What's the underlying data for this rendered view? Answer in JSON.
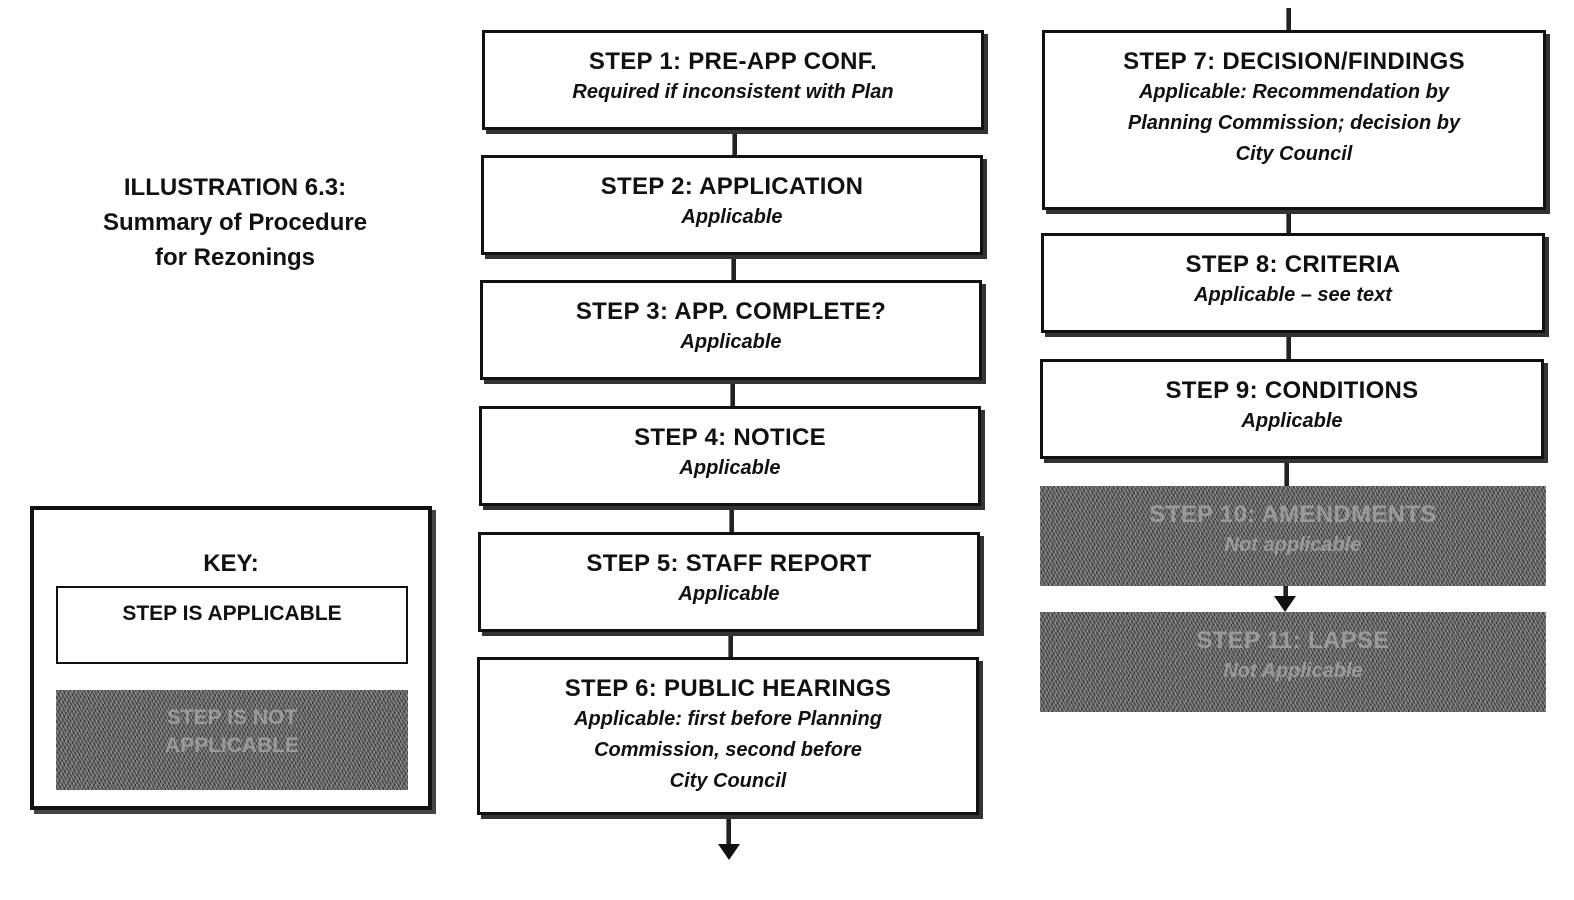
{
  "title": {
    "line1": "ILLUSTRATION 6.3:",
    "line2": "Summary of Procedure",
    "line3": "for Rezonings"
  },
  "key": {
    "title": "KEY:",
    "applicable": "STEP IS APPLICABLE",
    "not_applicable_line1": "STEP IS NOT",
    "not_applicable_line2": "APPLICABLE"
  },
  "steps": [
    {
      "head": "STEP 1: PRE-APP CONF.",
      "sub": [
        "Required if inconsistent with Plan"
      ],
      "applicable": true
    },
    {
      "head": "STEP 2: APPLICATION",
      "sub": [
        "Applicable"
      ],
      "applicable": true
    },
    {
      "head": "STEP 3: APP. COMPLETE?",
      "sub": [
        "Applicable"
      ],
      "applicable": true
    },
    {
      "head": "STEP 4: NOTICE",
      "sub": [
        "Applicable"
      ],
      "applicable": true
    },
    {
      "head": "STEP 5: STAFF REPORT",
      "sub": [
        "Applicable"
      ],
      "applicable": true
    },
    {
      "head": "STEP 6: PUBLIC HEARINGS",
      "sub": [
        "Applicable: first before Planning",
        "Commission, second before",
        "City Council"
      ],
      "applicable": true
    },
    {
      "head": "STEP 7: DECISION/FINDINGS",
      "sub": [
        "Applicable: Recommendation by",
        "Planning Commission; decision by",
        "City Council"
      ],
      "applicable": true
    },
    {
      "head": "STEP 8: CRITERIA",
      "sub": [
        "Applicable – see text"
      ],
      "applicable": true
    },
    {
      "head": "STEP 9: CONDITIONS",
      "sub": [
        "Applicable"
      ],
      "applicable": true
    },
    {
      "head": "STEP 10: AMENDMENTS",
      "sub": [
        "Not applicable"
      ],
      "applicable": false
    },
    {
      "head": "STEP 11: LAPSE",
      "sub": [
        "Not Applicable"
      ],
      "applicable": false
    }
  ]
}
